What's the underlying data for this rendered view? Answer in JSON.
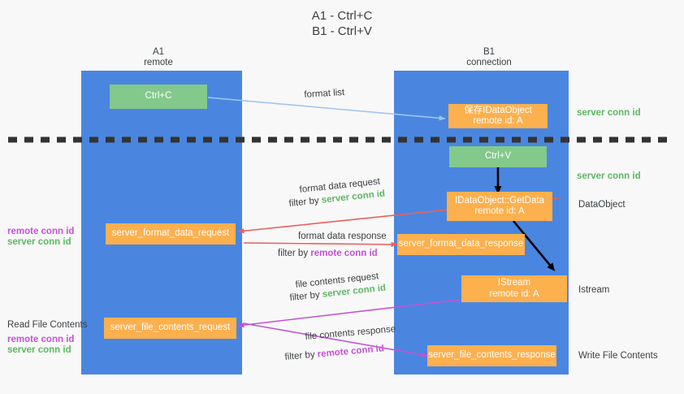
{
  "title": {
    "line1": "A1 - Ctrl+C",
    "line2": "B1 - Ctrl+V"
  },
  "colors": {
    "lane": "#4a86e0",
    "green_box": "#83c98b",
    "orange_box": "#fcb04e",
    "green_text": "#5cb860",
    "purple_text": "#c452d6",
    "blue_arrow": "#9fc5f0",
    "red_arrow": "#e8615d",
    "purple_arrow": "#c452d6",
    "black_arrow": "#000000",
    "page_bg": "#f8f8f8",
    "text": "#3c4043"
  },
  "lanes": [
    {
      "name": "a1",
      "head_line1": "A1",
      "head_line2": "remote"
    },
    {
      "name": "b1",
      "head_line1": "B1",
      "head_line2": "connection"
    }
  ],
  "nodes": {
    "ctrl_c": {
      "line1": "Ctrl+C",
      "line2": ""
    },
    "save_idataobject": {
      "line1": "保存IDataObject",
      "line2": "remote id: A"
    },
    "ctrl_v": {
      "line1": "Ctrl+V",
      "line2": ""
    },
    "idataobject_getdata": {
      "line1": "IDataObject::GetData",
      "line2": "remote id: A"
    },
    "istream": {
      "line1": "IStream",
      "line2": "remote id: A"
    },
    "server_format_data_request": {
      "line1": "server_format_data_request",
      "line2": ""
    },
    "server_format_data_response": {
      "line1": "server_format_data_response",
      "line2": ""
    },
    "server_file_contents_request": {
      "line1": "server_file_contents_request",
      "line2": ""
    },
    "server_file_contents_response": {
      "line1": "server_file_contents_response",
      "line2": ""
    }
  },
  "right_annotations": [
    {
      "name": "server-conn-id-1",
      "text": "server conn id",
      "style": "green"
    },
    {
      "name": "server-conn-id-2",
      "text": "server conn id",
      "style": "green"
    },
    {
      "name": "dataobject",
      "text": "DataObject",
      "style": "dark"
    },
    {
      "name": "istream",
      "text": "Istream",
      "style": "dark"
    },
    {
      "name": "write-file-contents",
      "text": "Write File Contents",
      "style": "dark"
    }
  ],
  "left_annotations": [
    {
      "name": "remote-conn-id-1",
      "text": "remote conn id",
      "style": "purple"
    },
    {
      "name": "server-conn-id-1",
      "text": "server conn id",
      "style": "green"
    },
    {
      "name": "read-file-contents",
      "text": "Read File Contents",
      "style": "dark"
    },
    {
      "name": "remote-conn-id-2",
      "text": "remote conn id",
      "style": "purple"
    },
    {
      "name": "server-conn-id-2",
      "text": "server conn id",
      "style": "green"
    }
  ],
  "edge_labels": {
    "format_list": {
      "text": "format list"
    },
    "format_data_request": {
      "text": "format data request"
    },
    "format_data_request_filter": {
      "prefix": "filter by ",
      "token": "server conn id",
      "token_color": "green"
    },
    "format_data_response": {
      "text": "format data response"
    },
    "format_data_response_filter": {
      "prefix": "filter by ",
      "token": "remote conn id",
      "token_color": "purple"
    },
    "file_contents_request": {
      "text": "file contents request"
    },
    "file_contents_request_filter": {
      "prefix": "filter by ",
      "token": "server conn id",
      "token_color": "green"
    },
    "file_contents_response": {
      "text": "file contents response"
    },
    "file_contents_response_filter": {
      "prefix": "filter by ",
      "token": "remote conn id",
      "token_color": "purple"
    }
  }
}
